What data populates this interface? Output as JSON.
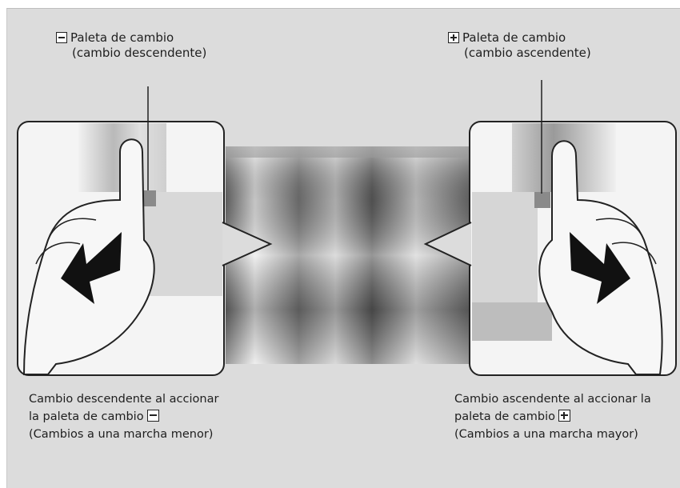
{
  "left_callout": {
    "title": "Paleta de cambio",
    "subtitle": "(cambio descendente)",
    "icon": "minus-box-icon"
  },
  "right_callout": {
    "title": "Paleta de cambio",
    "subtitle": "(cambio ascendente)",
    "icon": "plus-box-icon"
  },
  "left_caption": {
    "line1": "Cambio descendente al accionar",
    "line2": "la paleta de cambio",
    "line3": "(Cambios a una marcha menor)"
  },
  "right_caption": {
    "line1": "Cambio ascendente al accionar la",
    "line2": "paleta de cambio",
    "line3": "(Cambios a una marcha mayor)"
  },
  "colors": {
    "background": "#dcdcdc",
    "arrow": "#111111",
    "outline": "#222222"
  }
}
